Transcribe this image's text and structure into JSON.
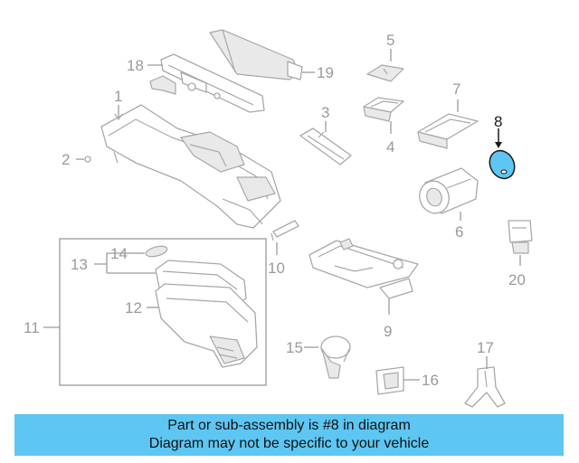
{
  "diagram": {
    "callouts": {
      "c1": "1",
      "c2": "2",
      "c3": "3",
      "c4": "4",
      "c5": "5",
      "c6": "6",
      "c7": "7",
      "c8": "8",
      "c9": "9",
      "c10": "10",
      "c11": "11",
      "c12": "12",
      "c13": "13",
      "c14": "14",
      "c15": "15",
      "c16": "16",
      "c17": "17",
      "c18": "18",
      "c19": "19",
      "c20": "20"
    },
    "highlight_part": "8",
    "colors": {
      "highlight_fill": "#5ec6f2",
      "line": "#a8a8a8",
      "callout_text": "#9a9a9a"
    }
  },
  "banner": {
    "line1": "Part or sub-assembly is #8 in diagram",
    "line2": "Diagram may not be specific to your vehicle",
    "background": "#5ec6f2"
  }
}
